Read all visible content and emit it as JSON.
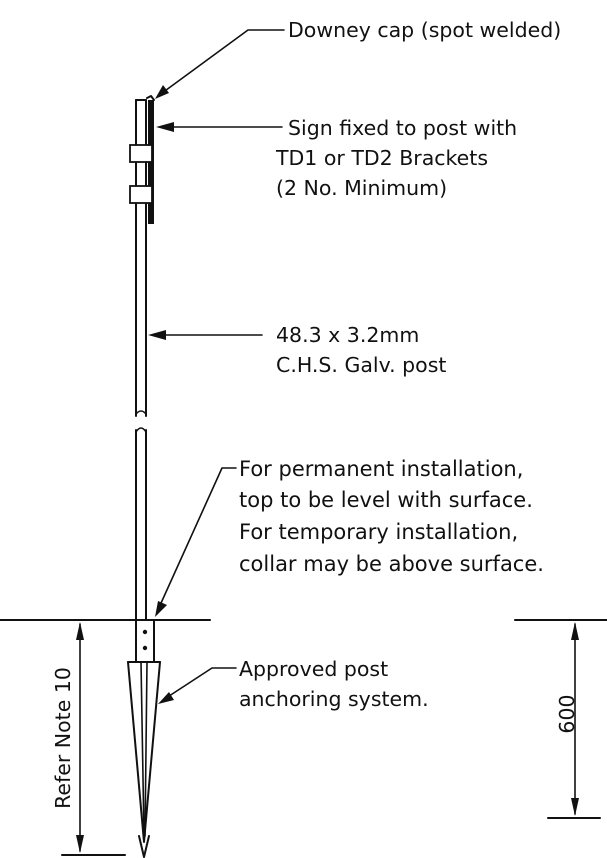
{
  "labels": {
    "cap": "Downey cap (spot welded)",
    "sign_1": "Sign fixed to post with",
    "sign_2": "TD1 or TD2 Brackets",
    "sign_3": "(2 No. Minimum)",
    "post_1": "48.3 x 3.2mm",
    "post_2": "C.H.S. Galv. post",
    "perm_1": "For permanent installation,",
    "perm_2": "top to be level with surface.",
    "perm_3": "For temporary installation,",
    "perm_4": "collar may be above surface.",
    "anchor_1": "Approved post",
    "anchor_2": "anchoring system.",
    "refer_note": "Refer Note 10",
    "depth": "600"
  },
  "colors": {
    "ink": "#111111",
    "background": "#ffffff"
  }
}
